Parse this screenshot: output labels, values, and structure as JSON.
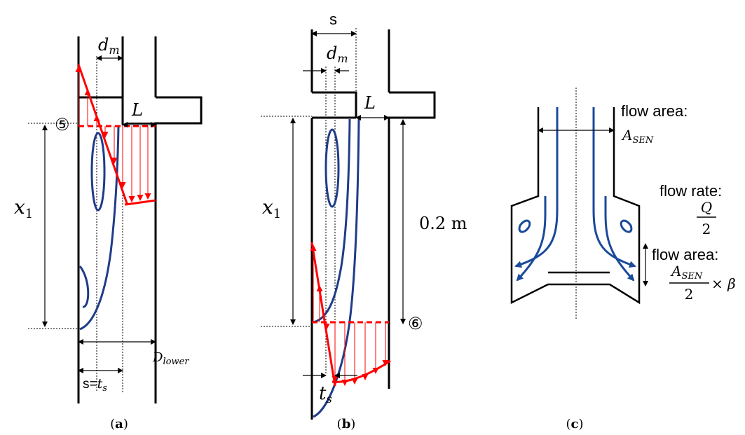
{
  "panels": {
    "a": {
      "caption_open": "(",
      "caption_letter": "a",
      "caption_close": ")",
      "labels": {
        "dm": "d",
        "dm_sub": "m",
        "L": "L",
        "station": "⑤",
        "x1": "x",
        "x1_sub": "1",
        "D_lower": "D",
        "D_lower_sub": "lower",
        "s_eq": "s=",
        "ts": "t",
        "ts_sub": "s"
      }
    },
    "b": {
      "caption_open": "(",
      "caption_letter": "b",
      "caption_close": ")",
      "labels": {
        "s": "s",
        "dm": "d",
        "dm_sub": "m",
        "L": "L",
        "x1": "x",
        "x1_sub": "1",
        "height": "0.2 m",
        "station": "⑥",
        "ts": "t",
        "ts_sub": "s"
      }
    },
    "c": {
      "caption_open": "(",
      "caption_letter": "c",
      "caption_close": ")",
      "labels": {
        "flow_area_top": "flow area:",
        "A_sen": "A",
        "A_sen_sub": "SEN",
        "flow_rate": "flow rate:",
        "Q": "Q",
        "two_a": "2",
        "flow_area_bottom": "flow area:",
        "A_sen2": "A",
        "A_sen2_sub": "SEN",
        "two_b": "2",
        "times_beta": "× β"
      }
    }
  },
  "colors": {
    "wall": "#000000",
    "velocity": "#ff0000",
    "streamline": "#1f3c88",
    "streamline_c": "#1a4a9a"
  }
}
